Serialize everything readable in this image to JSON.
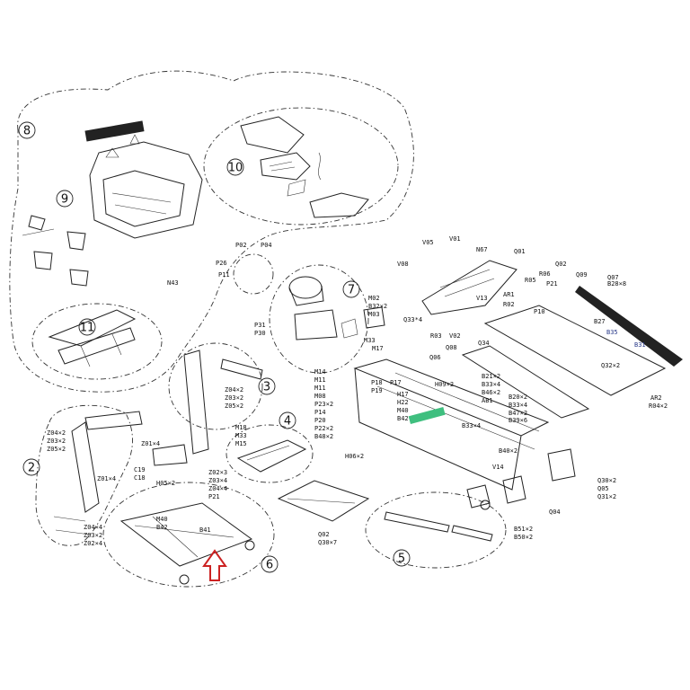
{
  "group_numbers": [
    "2",
    "3",
    "4",
    "5",
    "6",
    "7",
    "8",
    "9",
    "10",
    "11"
  ],
  "labels": [
    "Q01",
    "V01",
    "V05",
    "N67",
    "V08",
    "Q02",
    "R06",
    "Q09",
    "Q07",
    "B28×8",
    "R05",
    "V13",
    "AR1",
    "R02",
    "P10",
    "P21",
    "Q33*4",
    "M02",
    "B32×2",
    "M03",
    "R03",
    "V02",
    "Q08",
    "Q34",
    "B27",
    "B35",
    "B31",
    "Q06",
    "Q32×2",
    "AR2",
    "R04×2",
    "P02",
    "P04",
    "P26",
    "P11",
    "N43",
    "P31",
    "P30",
    "M17",
    "M33",
    "M14",
    "M11",
    "M11",
    "P18",
    "P17",
    "M08",
    "P19",
    "H09×2",
    "B21×2",
    "B33×4",
    "B46×2",
    "AB1",
    "B20×2",
    "B33×4",
    "B47×2",
    "B39×6",
    "P14",
    "P23×2",
    "P20",
    "P22×2",
    "B48×2",
    "H17",
    "H22",
    "M40",
    "B42",
    "B33×4",
    "B40×2",
    "H06×2",
    "V14",
    "Q30×2",
    "Q05",
    "Q31×2",
    "Q04",
    "B51×2",
    "B50×2",
    "Z04×2",
    "Z03×2",
    "Z05×2",
    "Z04×2",
    "Z03×2",
    "Z05×2",
    "Z01×4",
    "Z01×4",
    "C19",
    "C18",
    "H05×2",
    "Z02×3",
    "Z03×4",
    "Z04×4",
    "P21",
    "M40",
    "B42",
    "B41",
    "Z04×4",
    "Z03×2",
    "Z02×4",
    "M18",
    "M33",
    "M15",
    "Q02",
    "Q30×7"
  ],
  "icons": {
    "pointer": "up-arrow-icon",
    "pointer_color": "#cc2222"
  }
}
